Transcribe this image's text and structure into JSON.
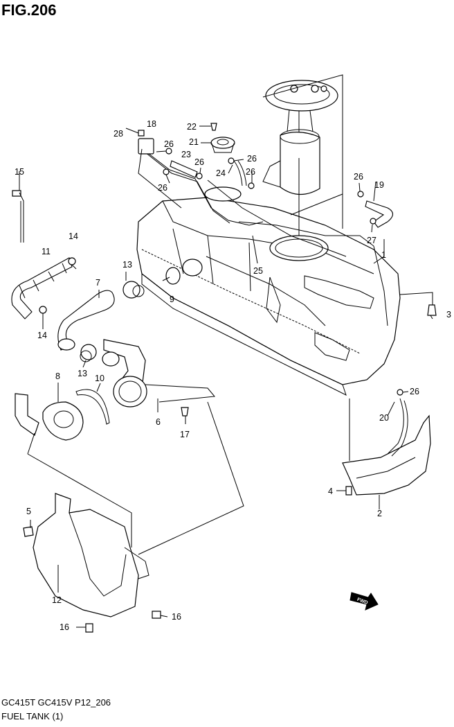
{
  "figure": {
    "title": "FIG.206",
    "footer_model": "GC415T GC415V P12_206",
    "footer_caption": "FUEL TANK (1)",
    "fwd_label": "FWD"
  },
  "callouts": [
    {
      "id": "c1",
      "text": "1"
    },
    {
      "id": "c2",
      "text": "2"
    },
    {
      "id": "c3",
      "text": "3"
    },
    {
      "id": "c4",
      "text": "4"
    },
    {
      "id": "c5",
      "text": "5"
    },
    {
      "id": "c6",
      "text": "6"
    },
    {
      "id": "c7",
      "text": "7"
    },
    {
      "id": "c8",
      "text": "8"
    },
    {
      "id": "c9",
      "text": "9"
    },
    {
      "id": "c10",
      "text": "10"
    },
    {
      "id": "c11",
      "text": "11"
    },
    {
      "id": "c12",
      "text": "12"
    },
    {
      "id": "c13a",
      "text": "13"
    },
    {
      "id": "c13b",
      "text": "13"
    },
    {
      "id": "c14a",
      "text": "14"
    },
    {
      "id": "c14b",
      "text": "14"
    },
    {
      "id": "c15",
      "text": "15"
    },
    {
      "id": "c16a",
      "text": "16"
    },
    {
      "id": "c16b",
      "text": "16"
    },
    {
      "id": "c17",
      "text": "17"
    },
    {
      "id": "c18",
      "text": "18"
    },
    {
      "id": "c19",
      "text": "19"
    },
    {
      "id": "c20",
      "text": "20"
    },
    {
      "id": "c21",
      "text": "21"
    },
    {
      "id": "c22",
      "text": "22"
    },
    {
      "id": "c23",
      "text": "23"
    },
    {
      "id": "c24",
      "text": "24"
    },
    {
      "id": "c25",
      "text": "25"
    },
    {
      "id": "c26a",
      "text": "26"
    },
    {
      "id": "c26b",
      "text": "26"
    },
    {
      "id": "c26c",
      "text": "26"
    },
    {
      "id": "c26d",
      "text": "26"
    },
    {
      "id": "c26e",
      "text": "26"
    },
    {
      "id": "c26f",
      "text": "26"
    },
    {
      "id": "c26g",
      "text": "26"
    },
    {
      "id": "c27",
      "text": "27"
    },
    {
      "id": "c28",
      "text": "28"
    }
  ]
}
